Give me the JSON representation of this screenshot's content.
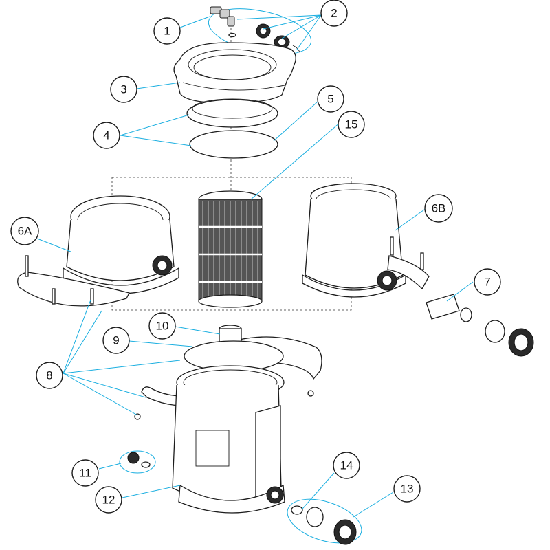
{
  "callouts": [
    {
      "id": "c1",
      "label": "1"
    },
    {
      "id": "c2",
      "label": "2"
    },
    {
      "id": "c3",
      "label": "3"
    },
    {
      "id": "c4",
      "label": "4"
    },
    {
      "id": "c5",
      "label": "5"
    },
    {
      "id": "c15",
      "label": "15"
    },
    {
      "id": "c6a",
      "label": "6A"
    },
    {
      "id": "c6b",
      "label": "6B"
    },
    {
      "id": "c7",
      "label": "7"
    },
    {
      "id": "c8",
      "label": "8"
    },
    {
      "id": "c9",
      "label": "9"
    },
    {
      "id": "c10",
      "label": "10"
    },
    {
      "id": "c11",
      "label": "11"
    },
    {
      "id": "c12",
      "label": "12"
    },
    {
      "id": "c13",
      "label": "13"
    },
    {
      "id": "c14",
      "label": "14"
    }
  ],
  "colors": {
    "leader": "#19aee0",
    "line": "#1c1c1c",
    "background": "#ffffff"
  }
}
